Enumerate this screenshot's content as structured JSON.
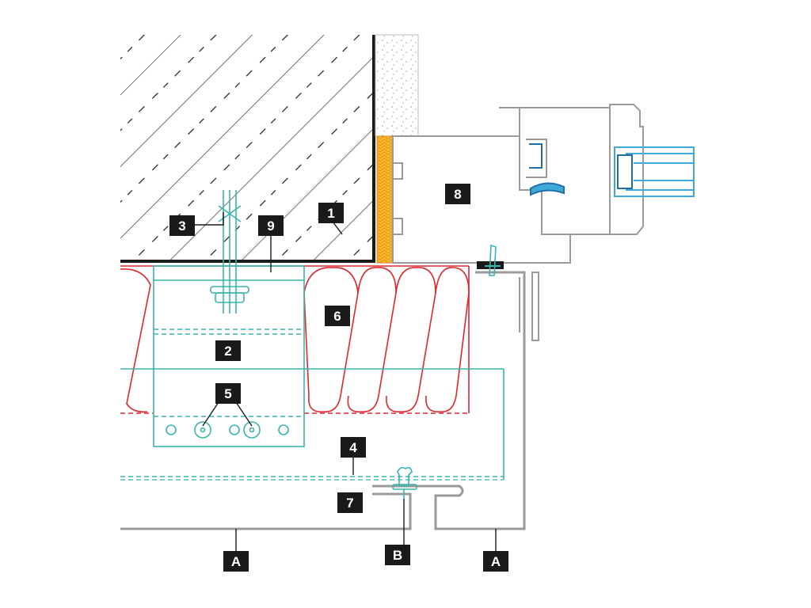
{
  "diagram": {
    "colors": {
      "masonry": "#1a1a1a",
      "insulation": "#e0262b",
      "bracket": "#39b5b0",
      "cladding": "#9a9a9a",
      "foam": "#f5b82e",
      "glazing": "#3fa9d8",
      "label_bg": "#1a1a1a"
    },
    "labels": {
      "l1": "1",
      "l2": "2",
      "l3": "3",
      "l4": "4",
      "l5": "5",
      "l6": "6",
      "l7": "7",
      "l8": "8",
      "l9": "9",
      "la_left": "A",
      "lb": "B",
      "la_right": "A"
    }
  }
}
